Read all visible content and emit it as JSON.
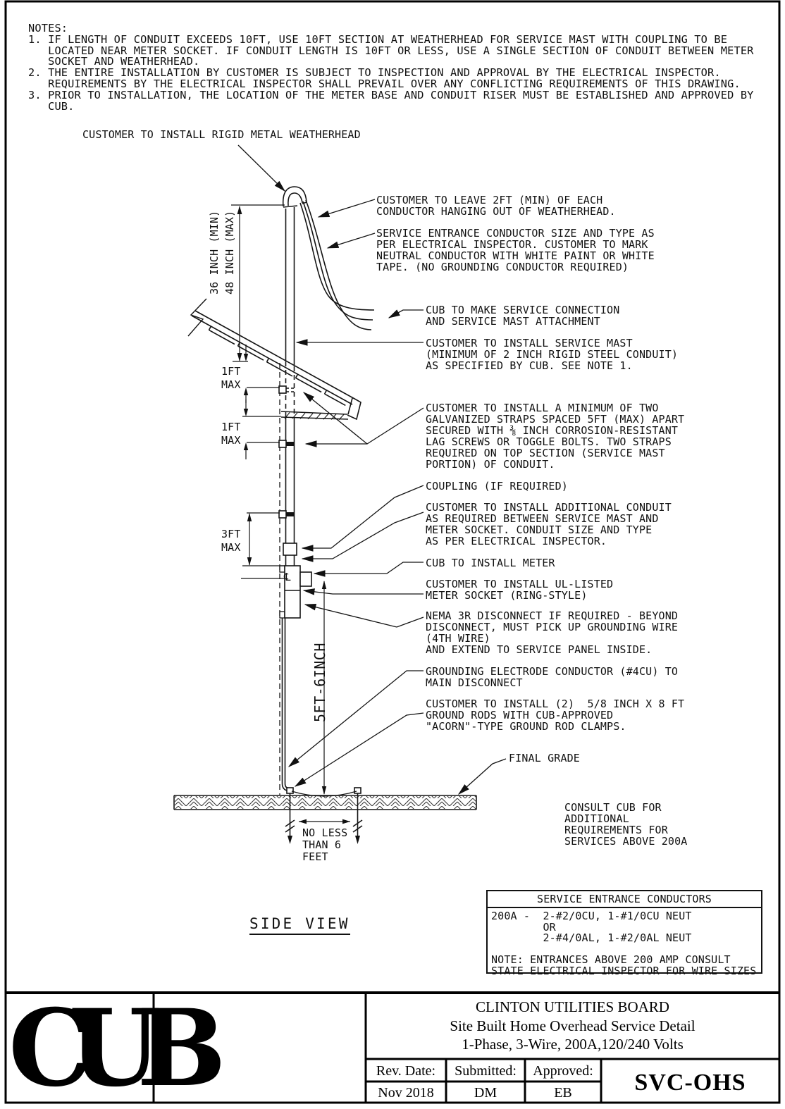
{
  "notes": {
    "lines": [
      "NOTES:",
      "1. IF LENGTH OF CONDUIT EXCEEDS 10FT, USE 10FT SECTION AT WEATHERHEAD FOR SERVICE MAST WITH COUPLING TO BE",
      "   LOCATED NEAR METER SOCKET. IF CONDUIT LENGTH IS 10FT OR LESS, USE A SINGLE SECTION OF CONDUIT BETWEEN METER",
      "   SOCKET AND WEATHERHEAD.",
      "2. THE ENTIRE INSTALLATION BY CUSTOMER IS SUBJECT TO INSPECTION AND APPROVAL BY THE ELECTRICAL INSPECTOR.",
      "   REQUIREMENTS BY THE ELECTRICAL INSPECTOR SHALL PREVAIL OVER ANY CONFLICTING REQUIREMENTS OF THIS DRAWING.",
      "3. PRIOR TO INSTALLATION, THE LOCATION OF THE METER BASE AND CONDUIT RISER MUST BE ESTABLISHED AND APPROVED BY",
      "   CUB."
    ]
  },
  "diagram": {
    "labels": {
      "weatherhead": {
        "lines": [
          "CUSTOMER TO INSTALL RIGID METAL WEATHERHEAD"
        ]
      },
      "leave2ft": {
        "lines": [
          "CUSTOMER TO LEAVE 2FT (MIN) OF EACH",
          "CONDUCTOR HANGING OUT OF WEATHERHEAD."
        ]
      },
      "service_entrance": {
        "lines": [
          "SERVICE ENTRANCE CONDUCTOR SIZE AND TYPE AS",
          "PER ELECTRICAL INSPECTOR. CUSTOMER TO MARK",
          "NEUTRAL CONDUCTOR WITH WHITE PAINT OR WHITE",
          "TAPE. (NO GROUNDING CONDUCTOR REQUIRED)"
        ]
      },
      "cub_connection": {
        "lines": [
          "CUB TO MAKE SERVICE CONNECTION",
          "AND SERVICE MAST ATTACHMENT"
        ]
      },
      "service_mast": {
        "lines": [
          "CUSTOMER TO INSTALL SERVICE MAST",
          "(MINIMUM OF 2 INCH RIGID STEEL CONDUIT)",
          "AS SPECIFIED BY CUB. SEE NOTE 1."
        ]
      },
      "straps": {
        "lines": [
          "CUSTOMER TO INSTALL A MINIMUM OF TWO",
          "GALVANIZED STRAPS SPACED 5FT (MAX) APART",
          "SECURED WITH ⅜ INCH CORROSION-RESISTANT",
          "LAG SCREWS OR TOGGLE BOLTS. TWO STRAPS",
          "REQUIRED ON TOP SECTION (SERVICE MAST",
          "PORTION) OF CONDUIT."
        ]
      },
      "coupling": {
        "lines": [
          "COUPLING (IF REQUIRED)"
        ]
      },
      "additional_conduit": {
        "lines": [
          "CUSTOMER TO INSTALL ADDITIONAL CONDUIT",
          "AS REQUIRED BETWEEN SERVICE MAST AND",
          "METER SOCKET. CONDUIT SIZE AND TYPE",
          "AS PER ELECTRICAL INSPECTOR."
        ]
      },
      "cub_meter": {
        "lines": [
          "CUB TO INSTALL METER"
        ]
      },
      "meter_socket": {
        "lines": [
          "CUSTOMER TO INSTALL UL-LISTED",
          "METER SOCKET (RING-STYLE)"
        ]
      },
      "nema": {
        "lines": [
          "NEMA 3R DISCONNECT IF REQUIRED - BEYOND",
          "DISCONNECT, MUST PICK UP GROUNDING WIRE",
          "(4TH WIRE)",
          "AND EXTEND TO SERVICE PANEL INSIDE."
        ]
      },
      "grounding": {
        "lines": [
          "GROUNDING ELECTRODE CONDUCTOR (#4CU) TO",
          "MAIN DISCONNECT"
        ]
      },
      "ground_rods": {
        "lines": [
          "CUSTOMER TO INSTALL (2)  5/8 INCH X 8 FT",
          "GROUND RODS WITH CUB-APPROVED",
          "\"ACORN\"-TYPE GROUND ROD CLAMPS."
        ]
      },
      "final_grade": {
        "lines": [
          "FINAL GRADE"
        ]
      },
      "consult": {
        "lines": [
          "CONSULT CUB FOR",
          "ADDITIONAL",
          "REQUIREMENTS FOR",
          "SERVICES ABOVE 200A"
        ]
      },
      "no_less": {
        "lines": [
          "NO LESS",
          "THAN 6",
          "FEET"
        ]
      },
      "side_view": "SIDE VIEW"
    },
    "dims": {
      "d36": "36 INCH (MIN)",
      "d48": "48 INCH (MAX)",
      "ft1_upper": {
        "lines": [
          "1FT",
          "MAX"
        ]
      },
      "ft1_lower": {
        "lines": [
          "1FT",
          "MAX"
        ]
      },
      "ft3": {
        "lines": [
          "3FT",
          "MAX"
        ]
      },
      "h5ft6": "5FT-6INCH",
      "centerline_symbol": "℄"
    }
  },
  "table": {
    "title": "SERVICE ENTRANCE CONDUCTORS",
    "body_lines": [
      "200A -  2-#2/0CU, 1-#1/0CU NEUT",
      "        OR",
      "        2-#4/0AL, 1-#2/0AL NEUT",
      "",
      "NOTE: ENTRANCES ABOVE 200 AMP CONSULT",
      "STATE ELECTRICAL INSPECTOR FOR WIRE SIZES"
    ]
  },
  "title_block": {
    "logo": "CUB",
    "company": "CLINTON UTILITIES BOARD",
    "subtitle1": "Site Built Home Overhead Service Detail",
    "subtitle2": "1-Phase, 3-Wire, 200A,120/240 Volts",
    "rev_date_label": "Rev. Date:",
    "submitted_label": "Submitted:",
    "approved_label": "Approved:",
    "rev_date": "Nov 2018",
    "submitted": "DM",
    "approved": "EB",
    "drawing_number": "SVC-OHS"
  }
}
